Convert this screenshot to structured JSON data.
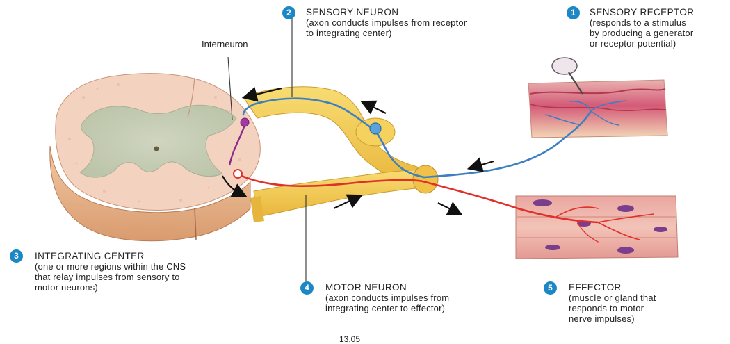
{
  "labels": {
    "interneuron": "Interneuron",
    "sensory_neuron": {
      "number": "2",
      "title": "SENSORY NEURON",
      "lines": [
        "(axon conducts impulses from receptor",
        "to integrating center)"
      ]
    },
    "sensory_receptor": {
      "number": "1",
      "title": "SENSORY RECEPTOR",
      "lines": [
        "(responds to a stimulus",
        "by producing a generator",
        "or receptor potential)"
      ]
    },
    "integrating_center": {
      "number": "3",
      "title": "INTEGRATING CENTER",
      "lines": [
        "(one or more regions within the CNS",
        "that relay impulses from sensory to",
        "motor neurons)"
      ]
    },
    "motor_neuron": {
      "number": "4",
      "title": "MOTOR NEURON",
      "lines": [
        "(axon conducts impulses from",
        "integrating center to effector)"
      ]
    },
    "effector": {
      "number": "5",
      "title": "EFFECTOR",
      "lines": [
        "(muscle or gland that",
        "responds to motor",
        "nerve impulses)"
      ]
    }
  },
  "figure_number": "13.05",
  "colors": {
    "badge": "#1b87c4",
    "sensory": "#3d7fc1",
    "motor": "#e0302a",
    "interneuron": "#8b2a8a",
    "nerve": "#f2c84a"
  }
}
